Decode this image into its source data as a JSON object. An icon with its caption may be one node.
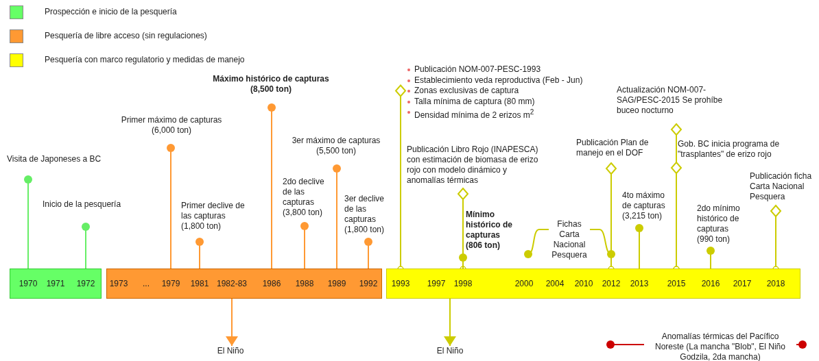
{
  "diagram": {
    "nodes": [
      {
        "text": [],
        "shape": "bar"
      },
      {
        "text": [
          "1970"
        ],
        "in": 0
      },
      {
        "text": [
          "1971"
        ],
        "in": 0
      },
      {
        "text": [
          "1972"
        ],
        "in": 0
      },
      {
        "text": [],
        "shape": "bar"
      },
      {
        "text": [
          "1973"
        ],
        "in": 4
      },
      {
        "text": [
          "..."
        ],
        "in": 4
      },
      {
        "text": [
          "1979"
        ],
        "in": 4
      },
      {
        "text": [
          "1981"
        ],
        "in": 4
      },
      {
        "text": [
          "1982-83"
        ],
        "in": 4
      },
      {
        "text": [
          "1986"
        ],
        "in": 4
      },
      {
        "text": [
          "1988"
        ],
        "in": 4
      },
      {
        "text": [
          "1989"
        ],
        "in": 4
      },
      {
        "text": [
          "1992"
        ],
        "in": 4
      },
      {
        "text": [],
        "shape": "bar"
      },
      {
        "text": [
          "1993"
        ],
        "in": 14
      },
      {
        "text": [
          "1997"
        ],
        "in": 14
      },
      {
        "text": [
          "1998"
        ],
        "in": 14
      },
      {
        "text": [
          "2000"
        ],
        "in": 14
      },
      {
        "text": [
          "2004"
        ],
        "in": 14
      },
      {
        "text": [
          "2010"
        ],
        "in": 14
      },
      {
        "text": [
          "2012"
        ],
        "in": 14
      },
      {
        "text": [
          "2013"
        ],
        "in": 14
      },
      {
        "text": [
          "2015"
        ],
        "in": 14
      },
      {
        "text": [
          "2016"
        ],
        "in": 14
      },
      {
        "text": [
          "2017"
        ],
        "in": 14
      },
      {
        "text": [
          "2018"
        ],
        "in": 14
      },
      {
        "text": [
          "Visita de Japoneses a BC"
        ]
      },
      {
        "text": [
          "Inicio de la pesquería"
        ]
      },
      {
        "text": [
          "Primer máximo de capturas (6,000 ton)"
        ]
      },
      {
        "text": [
          "Primer declive de las capturas (1,800 ton)"
        ]
      },
      {
        "text": [
          "Máximo histórico de capturas (8,500 ton)"
        ]
      },
      {
        "text": [
          "2do declive de las capturas (3,800 ton)"
        ]
      },
      {
        "text": [
          "3er máximo de capturas (5,500 ton)"
        ]
      },
      {
        "text": [
          "3er declive de las capturas (1,800 ton)"
        ]
      },
      {
        "text": [
          "Publicación NOM-007-PESC-1993",
          "Establecimiento veda reproductiva (Feb - Jun)",
          "Zonas exclusivas de captura",
          "Talla mínima de captura (80 mm)",
          "Densidad mínima de 2 erizos m$^{2}$"
        ]
      },
      {
        "text": [
          "Publicación Libro Rojo (INAPESCA) con estimación de biomasa de erizo rojo con modelo dinámico y anomalías térmicas"
        ]
      },
      {
        "text": [
          "Mínimo histórico de capturas (806 ton)"
        ]
      },
      {
        "text": [
          "Fichas Carta Nacional Pesquera"
        ]
      },
      {
        "text": [
          "Publicación Plan de manejo en el DOF"
        ]
      },
      {
        "text": [
          "4to máximo de capturas (3,215 ton)"
        ]
      },
      {
        "text": [
          "Actualización NOM-007-SAG/PESC-2015 Se prohíbe buceo nocturno"
        ]
      },
      {
        "text": [
          "Gob. BC inicia programa de \"trasplantes\" de erizo rojo"
        ]
      },
      {
        "text": [
          "2do mínimo histórico de capturas (990 ton)"
        ]
      },
      {
        "text": [
          "Publicación ficha Carta Nacional Pesquera"
        ]
      },
      {
        "text": [
          "El Niño"
        ]
      },
      {
        "text": [
          "El Niño"
        ]
      },
      {
        "text": [
          "Anomalías térmicas del Pacífico Noreste (La mancha \"Blob\", El Niño Godzila, 2da mancha)"
        ]
      }
    ],
    "edges": [
      {
        "from": 27,
        "to": 1,
        "arrow": "other",
        "color": "#66ee66"
      },
      {
        "from": 28,
        "to": 3,
        "arrow": "other",
        "color": "#66ee66"
      },
      {
        "from": 29,
        "to": 7,
        "arrow": "other",
        "color": "#ff9933"
      },
      {
        "from": 30,
        "to": 8,
        "arrow": "other",
        "color": "#ff9933"
      },
      {
        "from": 31,
        "to": 10,
        "arrow": "other",
        "color": "#ff9933"
      },
      {
        "from": 32,
        "to": 11,
        "arrow": "other",
        "color": "#ff9933"
      },
      {
        "from": 33,
        "to": 12,
        "arrow": "other",
        "color": "#ff9933"
      },
      {
        "from": 34,
        "to": 13,
        "arrow": "other",
        "color": "#ff9933"
      },
      {
        "from": 35,
        "to": 15,
        "arrow": "other"
      },
      {
        "from": 36,
        "to": 17,
        "arrow": "other"
      },
      {
        "from": 37,
        "to": 17,
        "arrow": "other"
      },
      {
        "from": 38,
        "to": 18,
        "arrow": "other"
      },
      {
        "from": 38,
        "to": 21,
        "arrow": "other"
      },
      {
        "from": 39,
        "to": 21,
        "arrow": "other"
      },
      {
        "from": 40,
        "to": 22,
        "arrow": "other"
      },
      {
        "from": 41,
        "to": 23,
        "arrow": "other"
      },
      {
        "from": 42,
        "to": 23,
        "arrow": "other"
      },
      {
        "from": 43,
        "to": 24,
        "arrow": "other"
      },
      {
        "from": 44,
        "to": 26,
        "arrow": "other"
      },
      {
        "from": 9,
        "to": 45,
        "arrow": "to",
        "color": "#ff9933"
      },
      {
        "from": 16,
        "to": 46,
        "arrow": "to"
      },
      {
        "from": 47,
        "to": null,
        "arrow": "other",
        "color": "#cc0000"
      },
      {
        "from": 47,
        "to": null,
        "arrow": "other",
        "color": "#cc0000"
      }
    ],
    "legend": [
      {
        "text": "Prospección e inicio de la pesquería",
        "color": "#66ff66"
      },
      {
        "text": "Pesquería de libre acceso (sin regulaciones)",
        "color": "#ff9933"
      },
      {
        "text": "Pesquería con marco regulatorio y medidas de manejo",
        "color": "#ffff00"
      }
    ]
  }
}
